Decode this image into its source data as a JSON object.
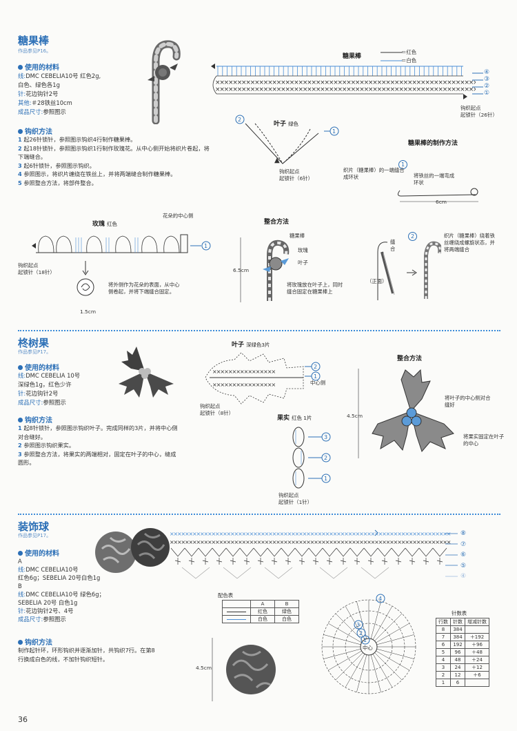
{
  "page_number": "36",
  "candy": {
    "title": "糖果棒",
    "ref": "作品参见P16。",
    "materials_heading": "使用的材料",
    "materials": [
      {
        "label": "线:",
        "value": "DMC CEBELIA10号 红色2g,"
      },
      {
        "label": "",
        "value": "白色、绿色各1g"
      },
      {
        "label": "针:",
        "value": "花边钩针2号"
      },
      {
        "label": "其他:",
        "value": "＃28铁丝10cm"
      },
      {
        "label": "成品尺寸:",
        "value": "参照图示"
      }
    ],
    "method_heading": "钩织方法",
    "steps": [
      {
        "n": "1",
        "text": "起26针锁针，参照图示钩织4行制作糖果棒。"
      },
      {
        "n": "2",
        "text": "起18针锁针，参照图示钩织1行制作玫瑰花。从中心侧开始将织片卷起，将下端缝合。"
      },
      {
        "n": "3",
        "text": "起6针锁针，参照图示钩织。"
      },
      {
        "n": "4",
        "text": "参照图示，将织片缠绕在铁丝上，并将两端缝合制作糖果棒。"
      },
      {
        "n": "5",
        "text": "参照整合方法，将部件整合。"
      }
    ],
    "diagram": {
      "name": "糖果棒",
      "legend_red": "＝红色",
      "legend_white": "＝白色",
      "start": "钩织起点",
      "start_count": "起锁针（26针）",
      "rows": [
        "④",
        "③",
        "②",
        "①"
      ]
    },
    "leaf": {
      "title": "叶子",
      "color": "绿色",
      "start": "钩织起点",
      "count": "起锁针（6针）"
    },
    "making": {
      "title": "糖果棒的制作方法",
      "step1": "织片（糖果棒）的一端缝合成环状",
      "wire": "将铁丝的一端弯成环状",
      "length": "6cm",
      "step2": "织片（糖果棒）绕着铁丝缠绕成螺旋状态，并将两端缝合",
      "sew": "缝合",
      "front": "（正面）"
    },
    "rose": {
      "title": "玫瑰",
      "color": "红色",
      "center": "花朵的中心侧",
      "start": "钩织起点",
      "count": "起锁针（18针）",
      "note": "将外侧作为花朵的表面，从中心侧卷起，并将下端缝合固定。",
      "size": "1.5cm"
    },
    "assembly": {
      "title": "整合方法",
      "candy": "糖果棒",
      "rose": "玫瑰",
      "leaf": "叶子",
      "height": "6.5cm",
      "note": "将玫瑰放在叶子上，同时缝合固定在糖果棒上"
    }
  },
  "holly": {
    "title": "柊树果",
    "ref": "作品参见P17。",
    "materials_heading": "使用的材料",
    "materials": [
      {
        "label": "线:",
        "value": "DMC CEBELIA 10号"
      },
      {
        "label": "",
        "value": "深绿色1g，红色少许"
      },
      {
        "label": "针:",
        "value": "花边钩针2号"
      },
      {
        "label": "成品尺寸:",
        "value": "参照图示"
      }
    ],
    "method_heading": "钩织方法",
    "steps": [
      {
        "n": "1",
        "text": "起8针锁针，参照图示钩织叶子。完成同样的3片，并将中心侧对合缝好。"
      },
      {
        "n": "2",
        "text": "参照图示钩织果实。"
      },
      {
        "n": "3",
        "text": "参照整合方法，将果实的两端相对，固定在叶子的中心，缝成圆形。"
      }
    ],
    "leaf": {
      "title": "叶子",
      "color": "深绿色3片",
      "center": "中心侧",
      "start": "钩织起点",
      "count": "起锁针（8针）"
    },
    "berry": {
      "title": "果实",
      "color": "红色 1片",
      "start": "钩织起点",
      "count": "起锁针（1针）"
    },
    "assembly": {
      "title": "整合方法",
      "height": "4.5cm",
      "note1": "将叶子的中心侧对合缝好",
      "note2": "将果实固定在叶子的中心"
    }
  },
  "ball": {
    "title": "装饰球",
    "ref": "作品参见P17。",
    "materials_heading": "使用的材料",
    "materials": [
      {
        "label": "",
        "value": "A"
      },
      {
        "label": "线:",
        "value": "DMC CEBELIA10号"
      },
      {
        "label": "",
        "value": "红色6g；SEBELIA 20号白色1g"
      },
      {
        "label": "",
        "value": "B"
      },
      {
        "label": "线:",
        "value": "DMC CEBELIA10号 绿色6g；"
      },
      {
        "label": "",
        "value": "SEBELIA 20号 白色1g"
      },
      {
        "label": "针:",
        "value": "花边钩针2号、4号"
      },
      {
        "label": "成品尺寸:",
        "value": "参照图示"
      }
    ],
    "method_heading": "钩织方法",
    "method_text": "制作起针环，环形钩织并逐渐加针，共钩织7行。在第8行换成白色的线，不加针钩织短针。",
    "rows": [
      "⑧",
      "⑦",
      "⑥",
      "⑤",
      "④"
    ],
    "color_table": {
      "title": "配色表",
      "head": [
        "",
        "A",
        "B"
      ],
      "rows": [
        [
          "",
          "红色",
          "绿色"
        ],
        [
          "",
          "白色",
          "白色"
        ]
      ]
    },
    "size": "4.5cm",
    "center": "中心",
    "stitch_table": {
      "title": "针数表",
      "head": [
        "行数",
        "针数",
        "增减针数"
      ],
      "rows": [
        [
          "8",
          "384",
          ""
        ],
        [
          "7",
          "384",
          "＋192"
        ],
        [
          "6",
          "192",
          "＋96"
        ],
        [
          "5",
          "96",
          "＋48"
        ],
        [
          "4",
          "48",
          "＋24"
        ],
        [
          "3",
          "24",
          "＋12"
        ],
        [
          "2",
          "12",
          "＋6"
        ],
        [
          "1",
          "6",
          ""
        ]
      ]
    }
  }
}
